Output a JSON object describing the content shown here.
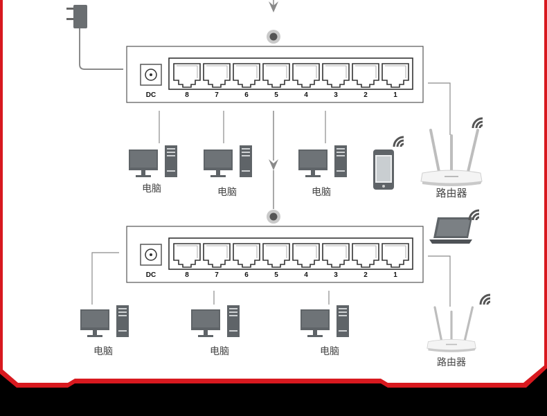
{
  "colors": {
    "frame_red": "#d8191f",
    "panel_bg": "#ffffff",
    "device_gray": "#5f6468",
    "line_gray": "#8a8a8a"
  },
  "switch_top": {
    "power_label": "DC",
    "ports": [
      "8",
      "7",
      "6",
      "5",
      "4",
      "3",
      "2",
      "1"
    ]
  },
  "switch_bottom": {
    "power_label": "DC",
    "ports": [
      "8",
      "7",
      "6",
      "5",
      "4",
      "3",
      "2",
      "1"
    ]
  },
  "labels": {
    "pc": "电脑",
    "router": "路由器"
  },
  "icons": [
    "power-adapter-icon",
    "computer-icon",
    "smartphone-icon",
    "laptop-icon",
    "router-icon",
    "wifi-signal-icon",
    "cascade-arrow-icon"
  ]
}
